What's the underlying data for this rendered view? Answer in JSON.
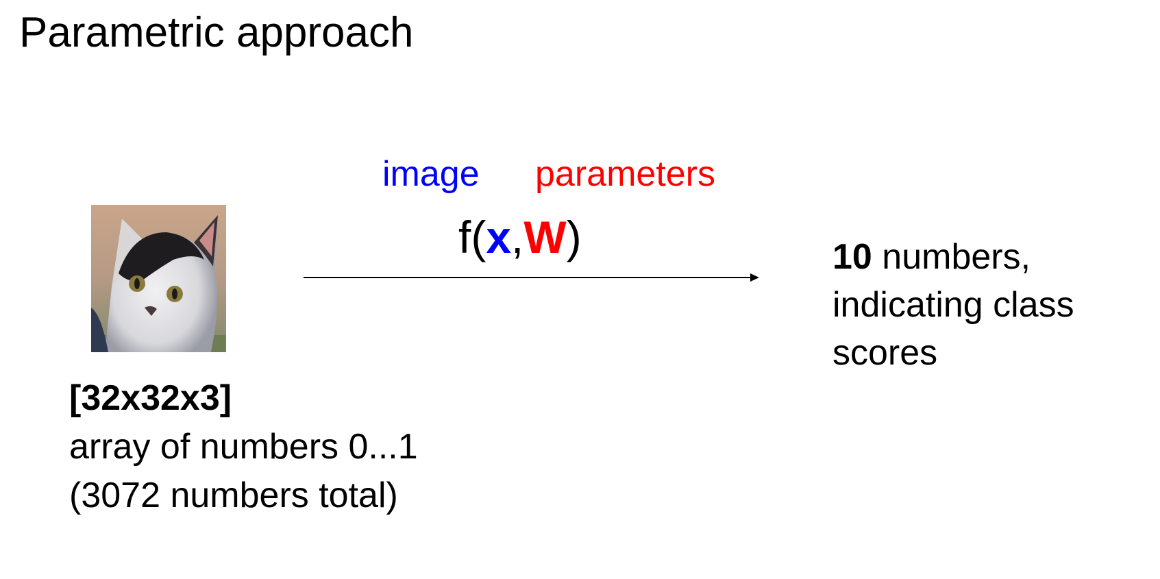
{
  "slide": {
    "title": "Parametric approach"
  },
  "colors": {
    "image_label": "#0000ff",
    "parameters_label": "#ff0000",
    "text": "#000000"
  },
  "function": {
    "image_label": "image",
    "parameters_label": "parameters",
    "open": "f(",
    "input_var": "x",
    "comma": ",",
    "param_var": "W",
    "close": ")"
  },
  "input": {
    "picture": "cat-photo",
    "dims": "[32x32x3]",
    "line2": "array of numbers 0...1",
    "line3": "(3072 numbers total)"
  },
  "output": {
    "count": "10",
    "line1_rest": " numbers,",
    "line2": "indicating class",
    "line3": "scores"
  }
}
